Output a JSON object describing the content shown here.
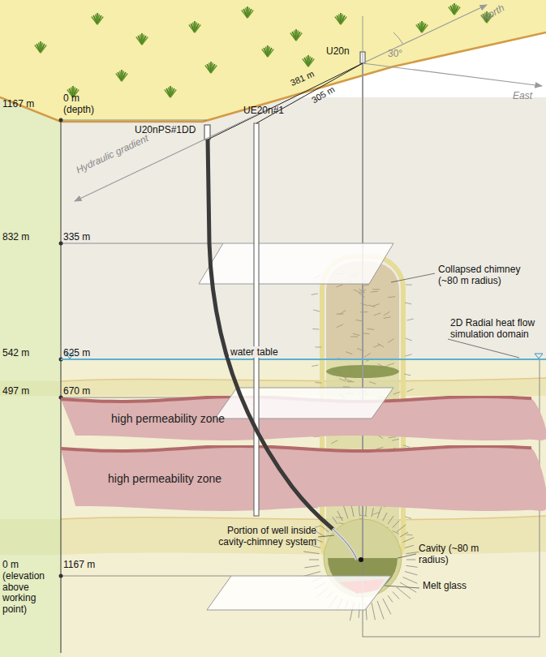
{
  "diagram": {
    "nodes": [
      {
        "text": [
          "high permeability zone"
        ]
      },
      {
        "text": [
          "high permeability zone"
        ]
      }
    ],
    "labels": [
      "North",
      "East",
      "30°",
      "U20n",
      "U20nPS#1DD",
      "UE20n#1",
      "381 m",
      "305 m",
      "Hydraulic gradient",
      "1167 m",
      "0 m (depth)",
      "832 m",
      "335 m",
      "Collapsed chimney (~80 m radius)",
      "2D Radial heat flow simulation domain",
      "542 m",
      "625 m",
      "water table",
      "497 m",
      "670 m",
      "Portion of well inside cavity-chimney system",
      "Cavity (~80 m radius)",
      "Melt glass",
      "0 m (elevation above working point)",
      "1167 m"
    ]
  }
}
